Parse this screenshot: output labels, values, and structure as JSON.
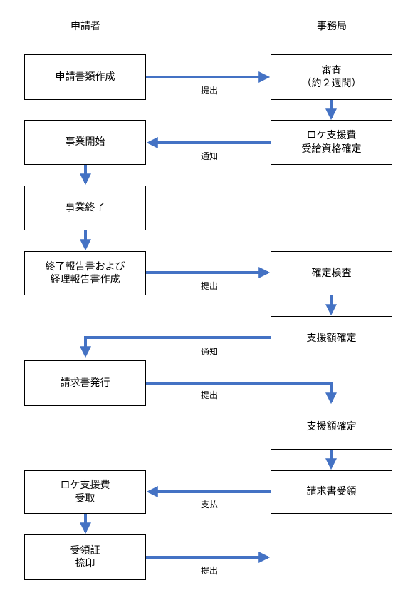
{
  "columns": {
    "applicant": "申請者",
    "office": "事務局"
  },
  "boxes": {
    "apply_docs": "申請書類作成",
    "review": "審査\n（約２週間）",
    "location_fee_confirm": "ロケ支援費\n受給資格確定",
    "project_start": "事業開始",
    "project_end": "事業終了",
    "final_report": "終了報告書および\n経理報告書作成",
    "final_inspection": "確定検査",
    "amount_confirm_1": "支援額確定",
    "invoice_issue": "請求書発行",
    "amount_confirm_2": "支援額確定",
    "invoice_receive": "請求書受領",
    "location_fee_receive": "ロケ支援費\n受取",
    "receipt_stamp": "受領証\n捺印"
  },
  "labels": {
    "submit_1": "提出",
    "notify_1": "通知",
    "submit_2": "提出",
    "notify_2": "通知",
    "submit_3": "提出",
    "pay": "支払",
    "submit_4": "提出"
  },
  "colors": {
    "arrow": "#4472C4",
    "border": "#000000"
  }
}
